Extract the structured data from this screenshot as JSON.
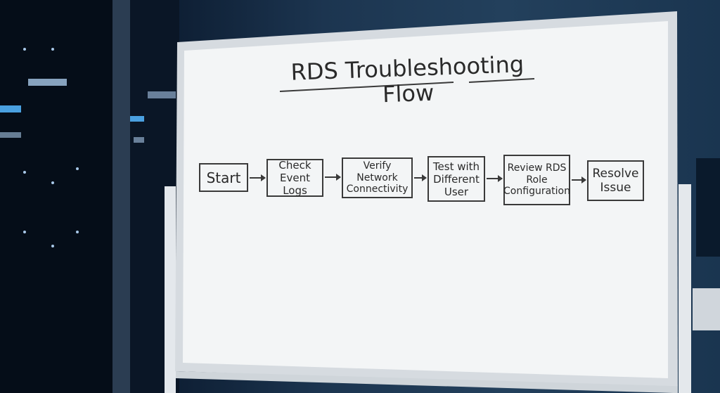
{
  "whiteboard": {
    "title": "RDS Troubleshooting Flow",
    "flow_steps": [
      {
        "label": "Start"
      },
      {
        "label": "Check Event Logs"
      },
      {
        "label": "Verify Network Connectivity"
      },
      {
        "label": "Test with Different User"
      },
      {
        "label": "Review RDS Role Configuration"
      },
      {
        "label": "Resolve Issue"
      }
    ]
  },
  "colors": {
    "board": "#f3f5f6",
    "frame": "#d8dde2",
    "ink": "#2a2a2a"
  }
}
